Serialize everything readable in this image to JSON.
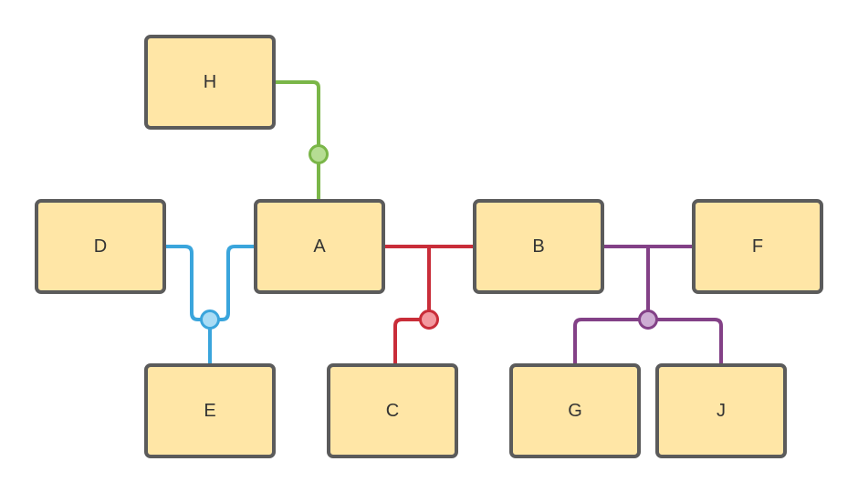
{
  "colors": {
    "node_fill": "#ffe6a6",
    "node_stroke": "#5b5b5b",
    "green": "#7ab648",
    "green_light": "#b6dd93",
    "blue": "#3aa5dc",
    "blue_light": "#a9dcf5",
    "red": "#c92d39",
    "red_light": "#f3999f",
    "purple": "#834187",
    "purple_light": "#cdadd3"
  },
  "nodes": {
    "a": {
      "label": "A"
    },
    "b": {
      "label": "B"
    },
    "c": {
      "label": "C"
    },
    "d": {
      "label": "D"
    },
    "e": {
      "label": "E"
    },
    "f": {
      "label": "F"
    },
    "g": {
      "label": "G"
    },
    "h": {
      "label": "H"
    },
    "j": {
      "label": "J"
    }
  }
}
